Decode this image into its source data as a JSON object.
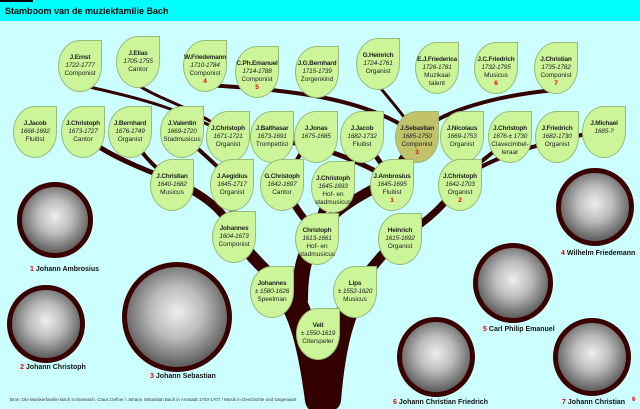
{
  "title": "Stamboom van de muziekfamilie Bach",
  "leaves": [
    {
      "name": "J.Ernst",
      "years": "1722-1777",
      "role": "Componist",
      "num": ""
    },
    {
      "name": "J.Elias",
      "years": "1705-1755",
      "role": "Cantor",
      "num": ""
    },
    {
      "name": "W.Friedemann",
      "years": "1710-1784",
      "role": "Componist",
      "num": "4"
    },
    {
      "name": "C.Ph.Emanuel",
      "years": "1714-1788",
      "role": "Componist",
      "num": "5"
    },
    {
      "name": "J.G.Bernhard",
      "years": "1715-1739",
      "role": "Zorgenkind",
      "num": ""
    },
    {
      "name": "G.Heinrich",
      "years": "1724-1761",
      "role": "Organist",
      "num": ""
    },
    {
      "name": "E.J.Friederica",
      "years": "1726-1781",
      "role": "Muzikaal talent",
      "num": ""
    },
    {
      "name": "J.C.Friedrich",
      "years": "1732-1795",
      "role": "Musicus",
      "num": "6"
    },
    {
      "name": "J.Christian",
      "years": "1735-1782",
      "role": "Componist",
      "num": "7"
    },
    {
      "name": "J.Jacob",
      "years": "1668-1692",
      "role": "Fluitist",
      "num": ""
    },
    {
      "name": "J.Christoph",
      "years": "1673-1727",
      "role": "Cantor",
      "num": ""
    },
    {
      "name": "J.Bernhard",
      "years": "1676-1749",
      "role": "Organist",
      "num": ""
    },
    {
      "name": "J.Valentin",
      "years": "1669-1720",
      "role": "Stadmusicus",
      "num": ""
    },
    {
      "name": "J.Christoph",
      "years": "1671-1721",
      "role": "Organist",
      "num": ""
    },
    {
      "name": "J.Balthasar",
      "years": "1673-1691",
      "role": "Trompettist",
      "num": ""
    },
    {
      "name": "J.Jonas",
      "years": "1675-1685",
      "role": "",
      "num": ""
    },
    {
      "name": "J.Jacob",
      "years": "1682-1732",
      "role": "Fluitist",
      "num": ""
    },
    {
      "name": "J.Sebastian",
      "years": "1685-1750",
      "role": "Componist",
      "num": "3"
    },
    {
      "name": "J.Nicolaus",
      "years": "1669-1753",
      "role": "Organist",
      "num": ""
    },
    {
      "name": "J.Christoph",
      "years": "1676-± 1730",
      "role": "Clavecimbel-leraar",
      "num": ""
    },
    {
      "name": "J.Friedrich",
      "years": "1682-1730",
      "role": "Organist",
      "num": ""
    },
    {
      "name": "J.Michael",
      "years": "1685-?",
      "role": "",
      "num": ""
    },
    {
      "name": "J.Christian",
      "years": "1640-1682",
      "role": "Musicus",
      "num": ""
    },
    {
      "name": "J.Aegidius",
      "years": "1645-1717",
      "role": "Organist",
      "num": ""
    },
    {
      "name": "G.Christoph",
      "years": "1642-1697",
      "role": "Cantor",
      "num": ""
    },
    {
      "name": "J.Christoph",
      "years": "1645-1693",
      "role": "Hof- en stadmusicus",
      "num": ""
    },
    {
      "name": "J.Ambrosius",
      "years": "1645-1695",
      "role": "Fluitist",
      "num": "1"
    },
    {
      "name": "J.Christoph",
      "years": "1642-1703",
      "role": "Organist",
      "num": "2"
    },
    {
      "name": "Johannes",
      "years": "1604-1673",
      "role": "Componist",
      "num": ""
    },
    {
      "name": "Christoph",
      "years": "1613-1661",
      "role": "Hof- en stadmusicus",
      "num": ""
    },
    {
      "name": "Heinrich",
      "years": "1615-1692",
      "role": "Organist",
      "num": ""
    },
    {
      "name": "Johannes",
      "years": "± 1580-1626",
      "role": "Speelman",
      "num": ""
    },
    {
      "name": "Lips",
      "years": "± 1552-1620",
      "role": "Musicus",
      "num": ""
    },
    {
      "name": "Veit",
      "years": "± 1550-1619",
      "role": "Citerspeler",
      "num": ""
    }
  ],
  "portraits": [
    {
      "num": "1",
      "name": "Johann Ambrosius"
    },
    {
      "num": "2",
      "name": "Johann Christoph"
    },
    {
      "num": "3",
      "name": "Johann Sebastian"
    },
    {
      "num": "4",
      "name": "Wilhelm Friedemann"
    },
    {
      "num": "5",
      "name": "Carl Philip Emanuel"
    },
    {
      "num": "6",
      "name": "Johann Christian Friedrich"
    },
    {
      "num": "7",
      "name": "Johann Christian"
    }
  ],
  "source": "Bron: Die Musikerfamilie Bach in Eisenach, Claus Oefner / Johann Sebastian Bach in Arnstadt 1703-1707 / Musik in Geschichte und Gegenwart",
  "page_number": "6"
}
